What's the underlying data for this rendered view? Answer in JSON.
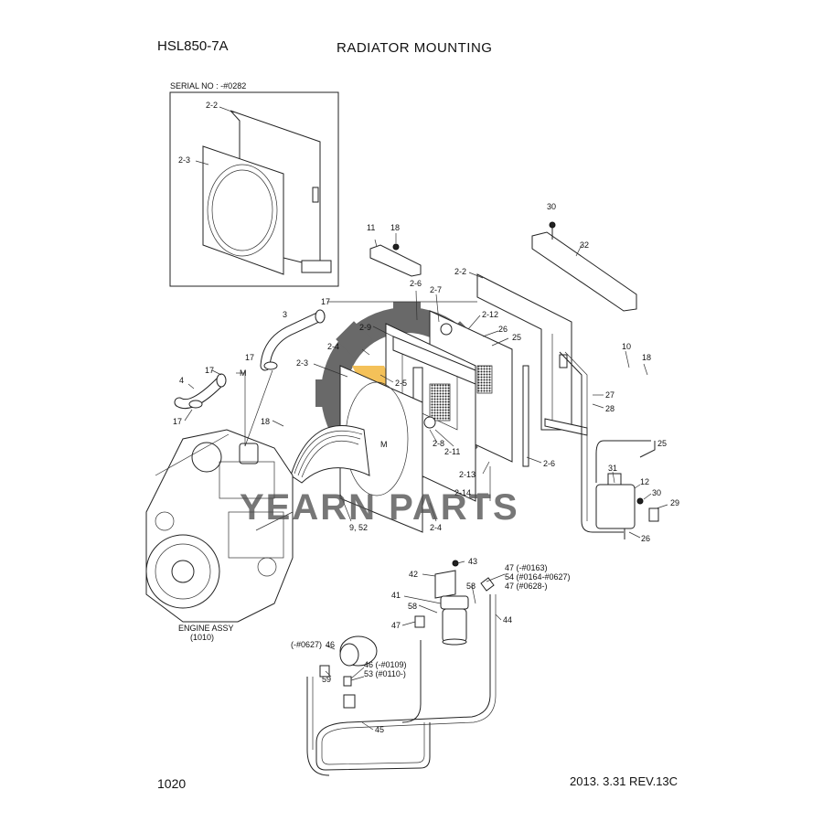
{
  "header": {
    "model": "HSL850-7A",
    "title": "RADIATOR MOUNTING"
  },
  "inset": {
    "serial": "SERIAL NO : -#0282",
    "callouts": [
      "2-2",
      "2-3"
    ]
  },
  "callouts": [
    "30",
    "32",
    "11",
    "18",
    "2-2",
    "2-6",
    "2-7",
    "17",
    "3",
    "2-12",
    "2-9",
    "26",
    "25",
    "2-4",
    "17",
    "2-5",
    "10",
    "18",
    "2-3",
    "27",
    "17",
    "M",
    "4",
    "28",
    "17",
    "18",
    "2-8",
    "M",
    "2-11",
    "25",
    "2-6",
    "2-13",
    "31",
    "12",
    "2-14",
    "30",
    "29",
    "9, 52",
    "2-4",
    "26",
    "43",
    "42",
    "41",
    "58",
    "58",
    "47",
    "44",
    "(-#0627)",
    "46",
    "59",
    "45"
  ],
  "right_notes": [
    "47 (-#0163)",
    "54 (#0164-#0627)",
    "47 (#0628-)"
  ],
  "bottom_notes": [
    "46 (-#0109)",
    "53 (#0110-)"
  ],
  "engine": {
    "line1": "ENGINE ASSY",
    "line2": "(1010)"
  },
  "watermark": {
    "text": "YEARN PARTS",
    "gear_color": "#444444",
    "accent_color": "#f0a818"
  },
  "footer": {
    "page": "1020",
    "date_rev": "2013. 3.31  REV.13C"
  },
  "colors": {
    "line": "#222222",
    "watermark_text": "#4a4a4a"
  }
}
